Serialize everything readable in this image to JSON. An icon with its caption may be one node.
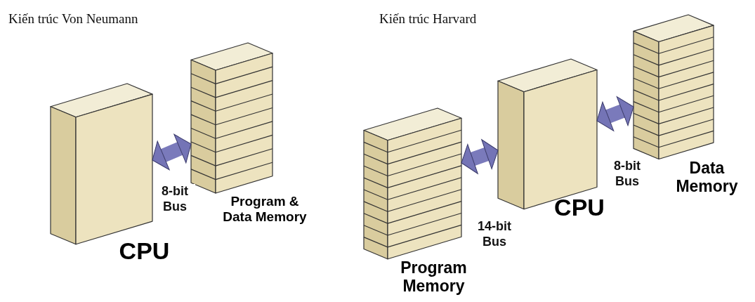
{
  "diagram": {
    "nodes": [
      {
        "text": [
          "CPU"
        ]
      },
      {
        "text": [
          "Program & Data Memory"
        ]
      },
      {
        "text": [
          "Program Memory"
        ]
      },
      {
        "text": [
          "CPU"
        ]
      },
      {
        "text": [
          "Data Memory"
        ]
      }
    ],
    "edges": [
      {
        "from": 0,
        "to": 1,
        "arrow": "both",
        "label": "8-bit Bus"
      },
      {
        "from": 2,
        "to": 3,
        "arrow": "both",
        "label": "14-bit Bus"
      },
      {
        "from": 3,
        "to": 4,
        "arrow": "both",
        "label": "8-bit Bus"
      }
    ],
    "labels": [
      "Kiến trúc Von Neumann",
      "Kiến trúc Harvard"
    ]
  }
}
